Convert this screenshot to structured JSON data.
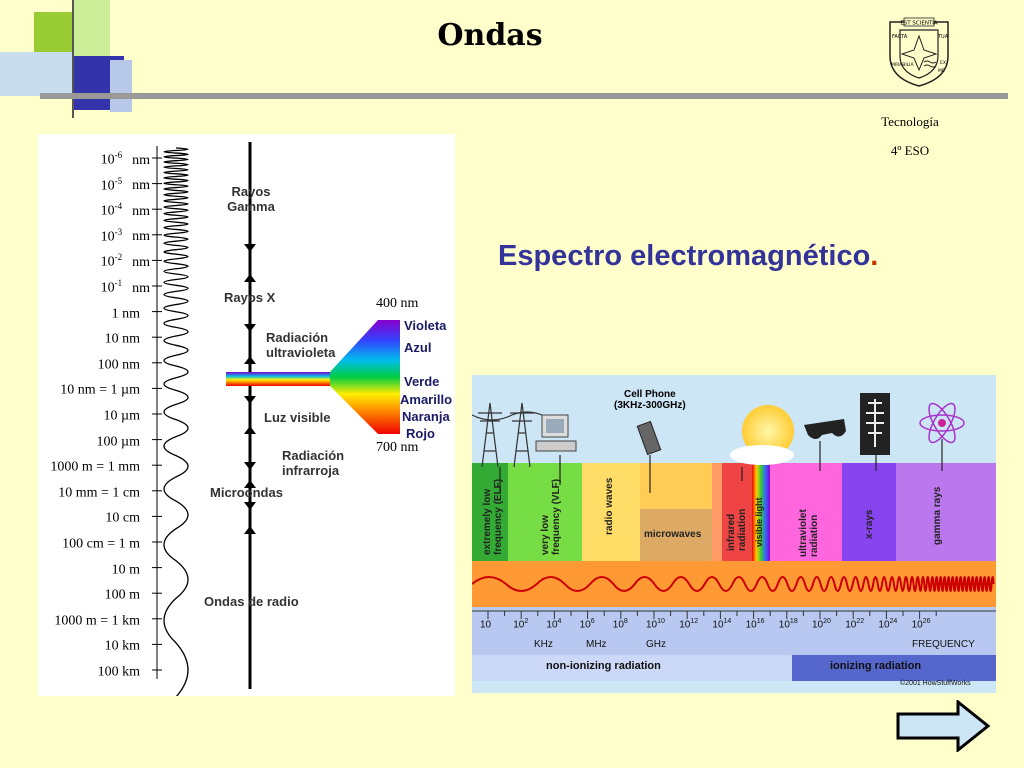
{
  "slide": {
    "title": "Ondas",
    "subject": "Tecnología",
    "course": "4º ESO",
    "heading": "Espectro electromagnético",
    "heading_dot": "."
  },
  "seal": {
    "top": "EST SCIENTIA",
    "left": "FACTA",
    "right": "TUA",
    "lower_left": "MIRABILIA",
    "lower_right": "EX",
    "bottom": "ME"
  },
  "left_scale": {
    "wavelengths": [
      {
        "base": "10",
        "exp": "-6",
        "unit": "nm"
      },
      {
        "base": "10",
        "exp": "-5",
        "unit": "nm"
      },
      {
        "base": "10",
        "exp": "-4",
        "unit": "nm"
      },
      {
        "base": "10",
        "exp": "-3",
        "unit": "nm"
      },
      {
        "base": "10",
        "exp": "-2",
        "unit": "nm"
      },
      {
        "base": "10",
        "exp": "-1",
        "unit": "nm"
      },
      {
        "base": "1 nm",
        "exp": "",
        "unit": ""
      },
      {
        "base": "10 nm",
        "exp": "",
        "unit": ""
      },
      {
        "base": "100 nm",
        "exp": "",
        "unit": ""
      },
      {
        "base": "10   nm = 1 µm",
        "exp": "",
        "unit": ""
      },
      {
        "base": "10 µm",
        "exp": "",
        "unit": ""
      },
      {
        "base": "100 µm",
        "exp": "",
        "unit": ""
      },
      {
        "base": "1000   m = 1 mm",
        "exp": "",
        "unit": ""
      },
      {
        "base": "10 mm = 1 cm",
        "exp": "",
        "unit": ""
      },
      {
        "base": "10 cm",
        "exp": "",
        "unit": ""
      },
      {
        "base": "100 cm = 1 m",
        "exp": "",
        "unit": ""
      },
      {
        "base": "10 m",
        "exp": "",
        "unit": ""
      },
      {
        "base": "100 m",
        "exp": "",
        "unit": ""
      },
      {
        "base": "1000 m = 1 km",
        "exp": "",
        "unit": ""
      },
      {
        "base": "10 km",
        "exp": "",
        "unit": ""
      },
      {
        "base": "100 km",
        "exp": "",
        "unit": ""
      }
    ],
    "bands": {
      "gamma": "Rayos\nGamma",
      "xray": "Rayos X",
      "uv": "Radiación\nultravioleta",
      "visible": "Luz visible",
      "ir": "Radiación\ninfrarroja",
      "micro": "Microondas",
      "radio": "Ondas de radio"
    },
    "visible_colors": [
      "Violeta",
      "Azul",
      "Verde",
      "Amarillo",
      "Naranja",
      "Rojo"
    ],
    "nm_top": "400 nm",
    "nm_bottom": "700 nm"
  },
  "spectrum": {
    "cell_phone": "Cell Phone",
    "cell_range": "(3KHz-300GHz)",
    "bands": [
      "extremely low frequency (ELF)",
      "very low frequency (VLF)",
      "radio waves",
      "microwaves",
      "infrared radiation",
      "visible light",
      "ultraviolet radiation",
      "x-rays",
      "gamma rays"
    ],
    "freq_ticks": [
      {
        "b": "10",
        "e": ""
      },
      {
        "b": "10",
        "e": "2"
      },
      {
        "b": "10",
        "e": "4"
      },
      {
        "b": "10",
        "e": "6"
      },
      {
        "b": "10",
        "e": "8"
      },
      {
        "b": "10",
        "e": "10"
      },
      {
        "b": "10",
        "e": "12"
      },
      {
        "b": "10",
        "e": "14"
      },
      {
        "b": "10",
        "e": "16"
      },
      {
        "b": "10",
        "e": "18"
      },
      {
        "b": "10",
        "e": "20"
      },
      {
        "b": "10",
        "e": "22"
      },
      {
        "b": "10",
        "e": "24"
      },
      {
        "b": "10",
        "e": "26"
      }
    ],
    "units": [
      "KHz",
      "MHz",
      "GHz"
    ],
    "freq_label": "FREQUENCY",
    "non_ionizing": "non-ionizing radiation",
    "ionizing": "ionizing radiation",
    "credit": "©2001 HowStuffWorks"
  },
  "colors": {
    "background": "#FFFFCC",
    "heading": "#333399",
    "arrow_fill": "#CCE6F5"
  },
  "nav": {
    "next_icon": "right-arrow-icon"
  }
}
